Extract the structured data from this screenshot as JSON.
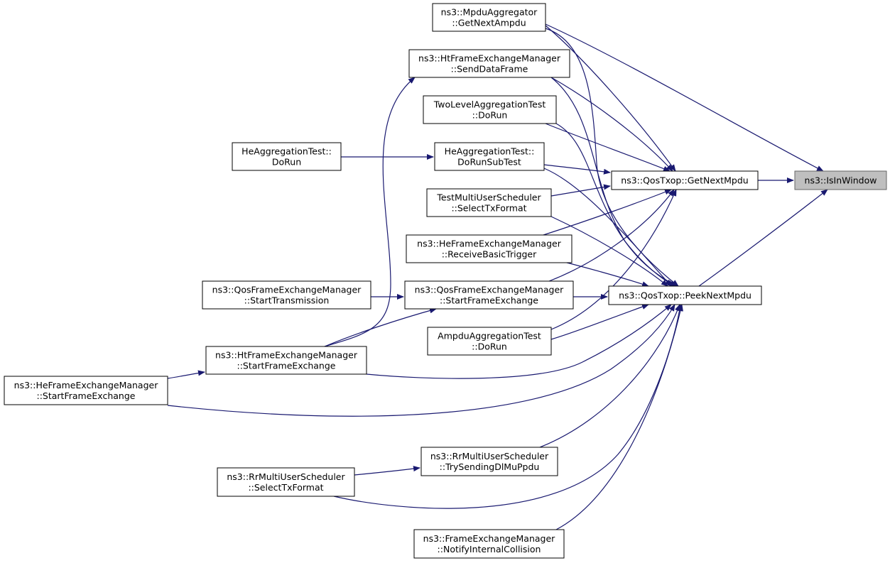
{
  "graph": {
    "colors": {
      "edge": "#191970",
      "focus_fill": "#bfbfbf",
      "node_border": "#000000",
      "background": "#ffffff"
    },
    "nodes": [
      {
        "id": "is_in_window",
        "lines": [
          "ns3::IsInWindow"
        ],
        "focus": true
      },
      {
        "id": "get_next_mpdu",
        "lines": [
          "ns3::QosTxop::GetNextMpdu"
        ]
      },
      {
        "id": "peek_next_mpdu",
        "lines": [
          "ns3::QosTxop::PeekNextMpdu"
        ]
      },
      {
        "id": "mpdu_aggregator_get_next_ampdu",
        "lines": [
          "ns3::MpduAggregator",
          "::GetNextAmpdu"
        ]
      },
      {
        "id": "ht_send_data_frame",
        "lines": [
          "ns3::HtFrameExchangeManager",
          "::SendDataFrame"
        ]
      },
      {
        "id": "two_level_aggregation_test",
        "lines": [
          "TwoLevelAggregationTest",
          "::DoRun"
        ]
      },
      {
        "id": "he_aggregation_test_subtest",
        "lines": [
          "HeAggregationTest::",
          "DoRunSubTest"
        ]
      },
      {
        "id": "he_aggregation_test_dorun",
        "lines": [
          "HeAggregationTest::",
          "DoRun"
        ]
      },
      {
        "id": "test_multi_user_scheduler",
        "lines": [
          "TestMultiUserScheduler",
          "::SelectTxFormat"
        ]
      },
      {
        "id": "he_receive_basic_trigger",
        "lines": [
          "ns3::HeFrameExchangeManager",
          "::ReceiveBasicTrigger"
        ]
      },
      {
        "id": "qos_start_frame_exchange",
        "lines": [
          "ns3::QosFrameExchangeManager",
          "::StartFrameExchange"
        ]
      },
      {
        "id": "qos_start_transmission",
        "lines": [
          "ns3::QosFrameExchangeManager",
          "::StartTransmission"
        ]
      },
      {
        "id": "ampdu_aggregation_test",
        "lines": [
          "AmpduAggregationTest",
          "::DoRun"
        ]
      },
      {
        "id": "ht_start_frame_exchange",
        "lines": [
          "ns3::HtFrameExchangeManager",
          "::StartFrameExchange"
        ]
      },
      {
        "id": "he_start_frame_exchange",
        "lines": [
          "ns3::HeFrameExchangeManager",
          "::StartFrameExchange"
        ]
      },
      {
        "id": "rr_try_sending_dl_mu_ppdu",
        "lines": [
          "ns3::RrMultiUserScheduler",
          "::TrySendingDlMuPpdu"
        ]
      },
      {
        "id": "rr_select_tx_format",
        "lines": [
          "ns3::RrMultiUserScheduler",
          "::SelectTxFormat"
        ]
      },
      {
        "id": "fem_notify_internal_collision",
        "lines": [
          "ns3::FrameExchangeManager",
          "::NotifyInternalCollision"
        ]
      }
    ],
    "edges": [
      {
        "from": "get_next_mpdu",
        "to": "is_in_window"
      },
      {
        "from": "mpdu_aggregator_get_next_ampdu",
        "to": "is_in_window"
      },
      {
        "from": "peek_next_mpdu",
        "to": "is_in_window"
      },
      {
        "from": "mpdu_aggregator_get_next_ampdu",
        "to": "get_next_mpdu"
      },
      {
        "from": "ht_send_data_frame",
        "to": "get_next_mpdu"
      },
      {
        "from": "two_level_aggregation_test",
        "to": "get_next_mpdu"
      },
      {
        "from": "he_aggregation_test_subtest",
        "to": "get_next_mpdu"
      },
      {
        "from": "test_multi_user_scheduler",
        "to": "get_next_mpdu"
      },
      {
        "from": "he_receive_basic_trigger",
        "to": "get_next_mpdu"
      },
      {
        "from": "qos_start_frame_exchange",
        "to": "get_next_mpdu"
      },
      {
        "from": "ampdu_aggregation_test",
        "to": "get_next_mpdu"
      },
      {
        "from": "mpdu_aggregator_get_next_ampdu",
        "to": "peek_next_mpdu"
      },
      {
        "from": "ht_send_data_frame",
        "to": "peek_next_mpdu"
      },
      {
        "from": "two_level_aggregation_test",
        "to": "peek_next_mpdu"
      },
      {
        "from": "he_aggregation_test_subtest",
        "to": "peek_next_mpdu"
      },
      {
        "from": "test_multi_user_scheduler",
        "to": "peek_next_mpdu"
      },
      {
        "from": "he_receive_basic_trigger",
        "to": "peek_next_mpdu"
      },
      {
        "from": "qos_start_frame_exchange",
        "to": "peek_next_mpdu"
      },
      {
        "from": "ampdu_aggregation_test",
        "to": "peek_next_mpdu"
      },
      {
        "from": "ht_start_frame_exchange",
        "to": "peek_next_mpdu"
      },
      {
        "from": "he_start_frame_exchange",
        "to": "peek_next_mpdu"
      },
      {
        "from": "rr_try_sending_dl_mu_ppdu",
        "to": "peek_next_mpdu"
      },
      {
        "from": "rr_select_tx_format",
        "to": "peek_next_mpdu"
      },
      {
        "from": "fem_notify_internal_collision",
        "to": "peek_next_mpdu"
      },
      {
        "from": "he_aggregation_test_dorun",
        "to": "he_aggregation_test_subtest"
      },
      {
        "from": "qos_start_transmission",
        "to": "qos_start_frame_exchange"
      },
      {
        "from": "ht_start_frame_exchange",
        "to": "qos_start_frame_exchange"
      },
      {
        "from": "ht_start_frame_exchange",
        "to": "ht_send_data_frame"
      },
      {
        "from": "he_start_frame_exchange",
        "to": "ht_start_frame_exchange"
      },
      {
        "from": "rr_select_tx_format",
        "to": "rr_try_sending_dl_mu_ppdu"
      }
    ]
  }
}
